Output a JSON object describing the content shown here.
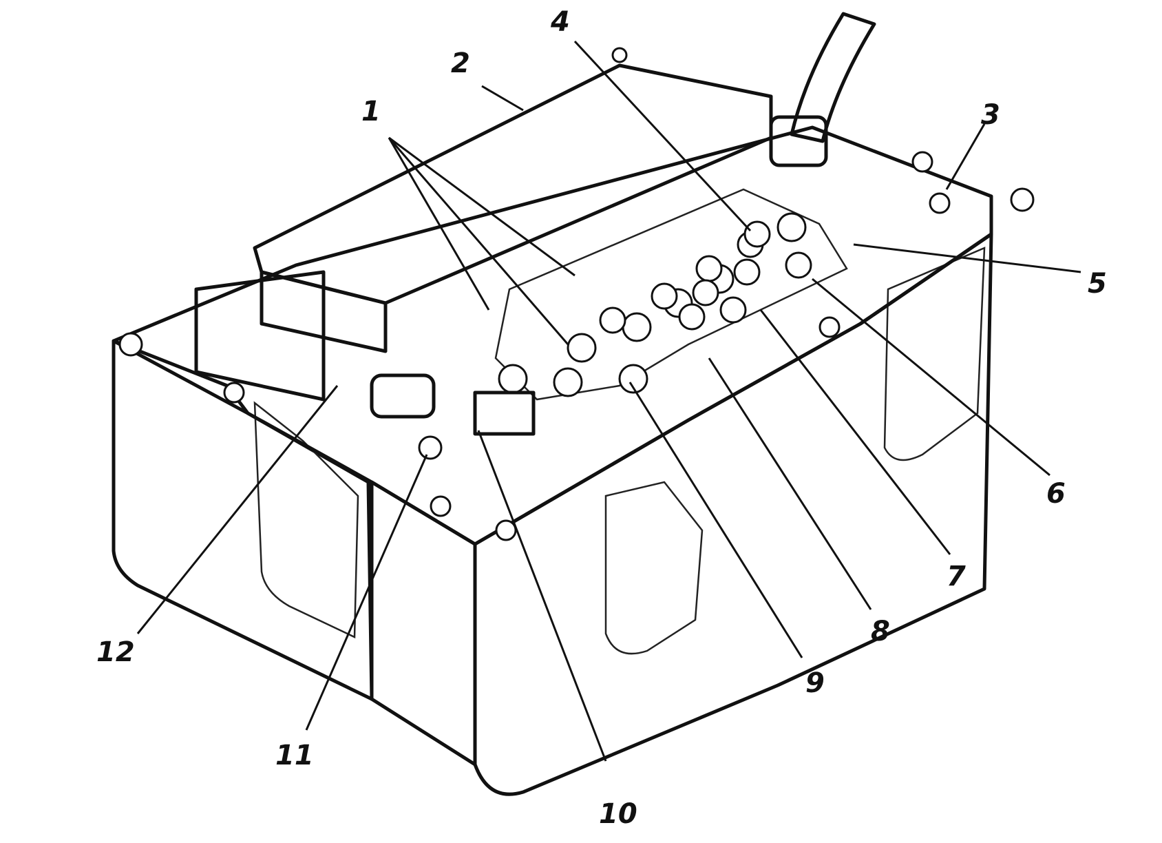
{
  "callouts": {
    "c1": "1",
    "c2": "2",
    "c3": "3",
    "c4": "4",
    "c5": "5",
    "c6": "6",
    "c7": "7",
    "c8": "8",
    "c9": "9",
    "c10": "10",
    "c11": "11",
    "c12": "12"
  },
  "style": {
    "ink": "#111111",
    "paper": "#ffffff"
  }
}
